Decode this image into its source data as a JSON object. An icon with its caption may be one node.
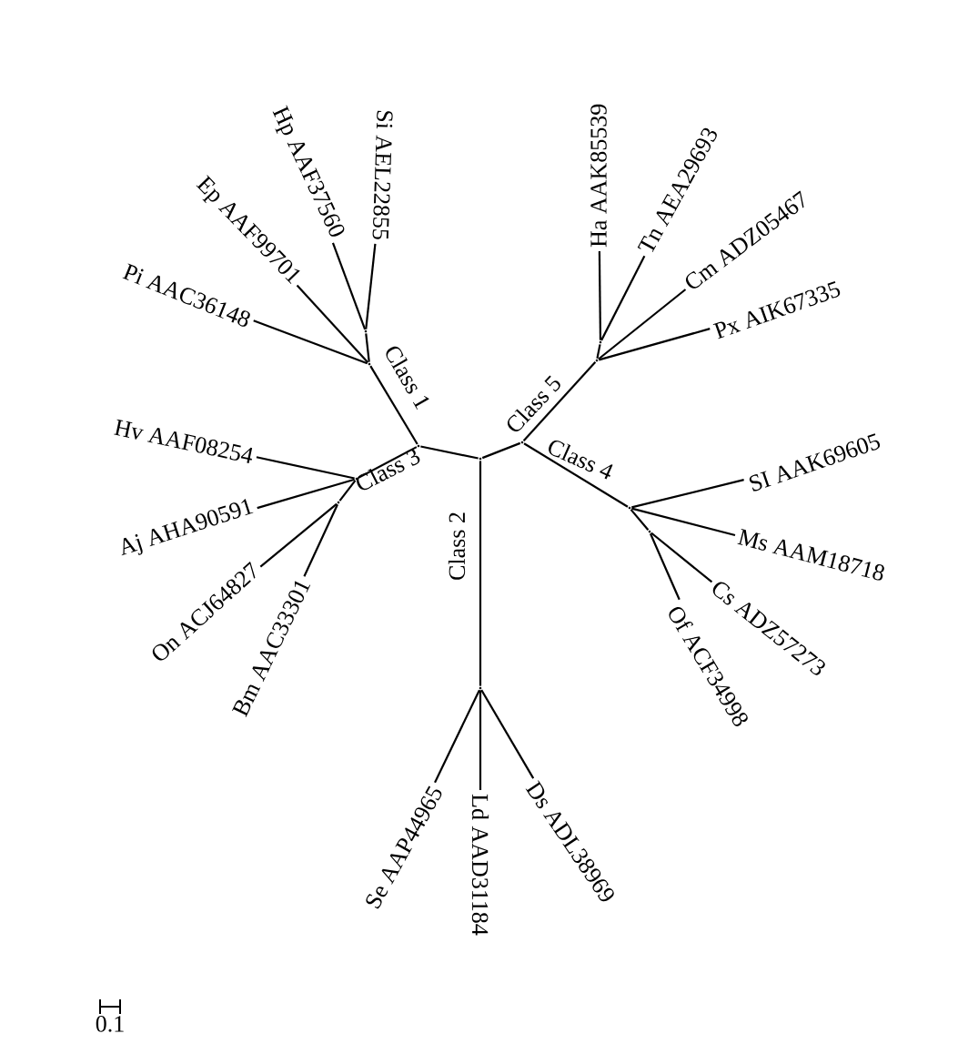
{
  "diagram": {
    "nodes": [
      {
        "text": [
          "Hp AAF37560"
        ]
      },
      {
        "text": [
          "Si AEL22855"
        ]
      },
      {
        "text": [
          "Ha AAK85539"
        ]
      },
      {
        "text": [
          "Tn AEA29693"
        ]
      },
      {
        "text": [
          "Ep AAF99701"
        ]
      },
      {
        "text": [
          "Cm ADZ05467"
        ]
      },
      {
        "text": [
          "Pi AAC36148"
        ]
      },
      {
        "text": [
          "Px AIK67335"
        ]
      },
      {
        "text": [
          "Hv AAF08254"
        ]
      },
      {
        "text": [
          "SI AAK69605"
        ]
      },
      {
        "text": [
          "Aj AHA90591"
        ]
      },
      {
        "text": [
          "Ms AAM18718"
        ]
      },
      {
        "text": [
          "On ACJ64827"
        ]
      },
      {
        "text": [
          "Cs ADZ57273"
        ]
      },
      {
        "text": [
          "Bm AAC33301"
        ]
      },
      {
        "text": [
          "Of ACF34998"
        ]
      },
      {
        "text": [
          "Se AAP44965"
        ]
      },
      {
        "text": [
          "Ld AAD31184"
        ]
      },
      {
        "text": [
          "Ds ADL38969"
        ]
      },
      {
        "text": [],
        "shape": "point"
      },
      {
        "text": [],
        "shape": "point"
      },
      {
        "text": [],
        "shape": "point"
      },
      {
        "text": [],
        "shape": "point"
      },
      {
        "text": [],
        "shape": "point"
      },
      {
        "text": [],
        "shape": "point"
      },
      {
        "text": [],
        "shape": "point"
      },
      {
        "text": [],
        "shape": "point"
      },
      {
        "text": [],
        "shape": "point"
      },
      {
        "text": [],
        "shape": "point"
      },
      {
        "text": [],
        "shape": "point"
      },
      {
        "text": [],
        "shape": "point"
      }
    ],
    "edges": [
      {
        "from": 19,
        "to": 0,
        "arrow": "none"
      },
      {
        "from": 19,
        "to": 1,
        "arrow": "none"
      },
      {
        "from": 20,
        "to": 19,
        "arrow": "none"
      },
      {
        "from": 20,
        "to": 4,
        "arrow": "none"
      },
      {
        "from": 20,
        "to": 6,
        "arrow": "none"
      },
      {
        "from": 21,
        "to": 20,
        "arrow": "none",
        "label": "Class 1"
      },
      {
        "from": 21,
        "to": 26,
        "arrow": "none",
        "label": "Class 3"
      },
      {
        "from": 26,
        "to": 8,
        "arrow": "none"
      },
      {
        "from": 26,
        "to": 10,
        "arrow": "none"
      },
      {
        "from": 26,
        "to": 27,
        "arrow": "none"
      },
      {
        "from": 27,
        "to": 12,
        "arrow": "none"
      },
      {
        "from": 27,
        "to": 14,
        "arrow": "none"
      },
      {
        "from": 22,
        "to": 21,
        "arrow": "none"
      },
      {
        "from": 22,
        "to": 23,
        "arrow": "none"
      },
      {
        "from": 22,
        "to": 30,
        "arrow": "none",
        "label": "Class 2"
      },
      {
        "from": 30,
        "to": 16,
        "arrow": "none"
      },
      {
        "from": 30,
        "to": 17,
        "arrow": "none"
      },
      {
        "from": 30,
        "to": 18,
        "arrow": "none"
      },
      {
        "from": 23,
        "to": 25,
        "arrow": "none",
        "label": "Class 5"
      },
      {
        "from": 25,
        "to": 24,
        "arrow": "none"
      },
      {
        "from": 24,
        "to": 2,
        "arrow": "none"
      },
      {
        "from": 24,
        "to": 3,
        "arrow": "none"
      },
      {
        "from": 25,
        "to": 5,
        "arrow": "none"
      },
      {
        "from": 25,
        "to": 7,
        "arrow": "none"
      },
      {
        "from": 23,
        "to": 28,
        "arrow": "none",
        "label": "Class 4"
      },
      {
        "from": 28,
        "to": 9,
        "arrow": "none"
      },
      {
        "from": 28,
        "to": 11,
        "arrow": "none"
      },
      {
        "from": 28,
        "to": 29,
        "arrow": "none"
      },
      {
        "from": 29,
        "to": 13,
        "arrow": "none"
      },
      {
        "from": 29,
        "to": 15,
        "arrow": "none"
      }
    ],
    "labels": [
      "0.1"
    ]
  }
}
